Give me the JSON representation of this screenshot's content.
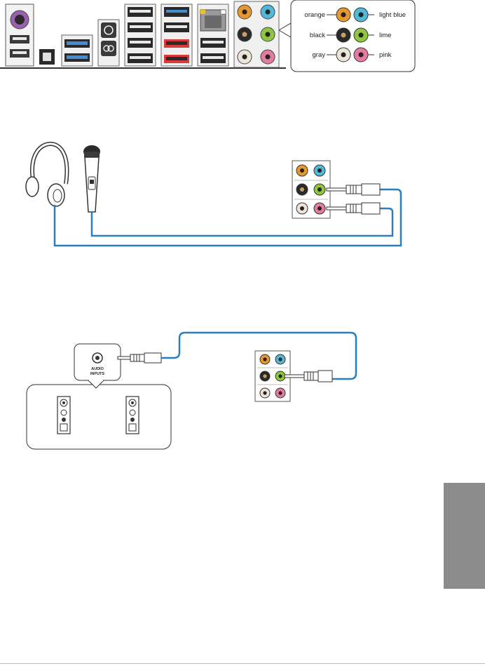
{
  "legend": {
    "labels": {
      "orange": "orange",
      "light_blue": "light blue",
      "black": "black",
      "lime": "lime",
      "gray": "gray",
      "pink": "pink"
    }
  },
  "speaker_box": {
    "label_line1": "AUDIO",
    "label_line2": "INPUTS"
  },
  "colors": {
    "orange": "#e8962e",
    "light_blue": "#52b8d8",
    "black": "#2a2a2a",
    "lime": "#8fc640",
    "gray": "#e8e0d4",
    "pink": "#e57ba0",
    "cable": "#2a7fc0",
    "side_tab": "#8c8c8c"
  }
}
